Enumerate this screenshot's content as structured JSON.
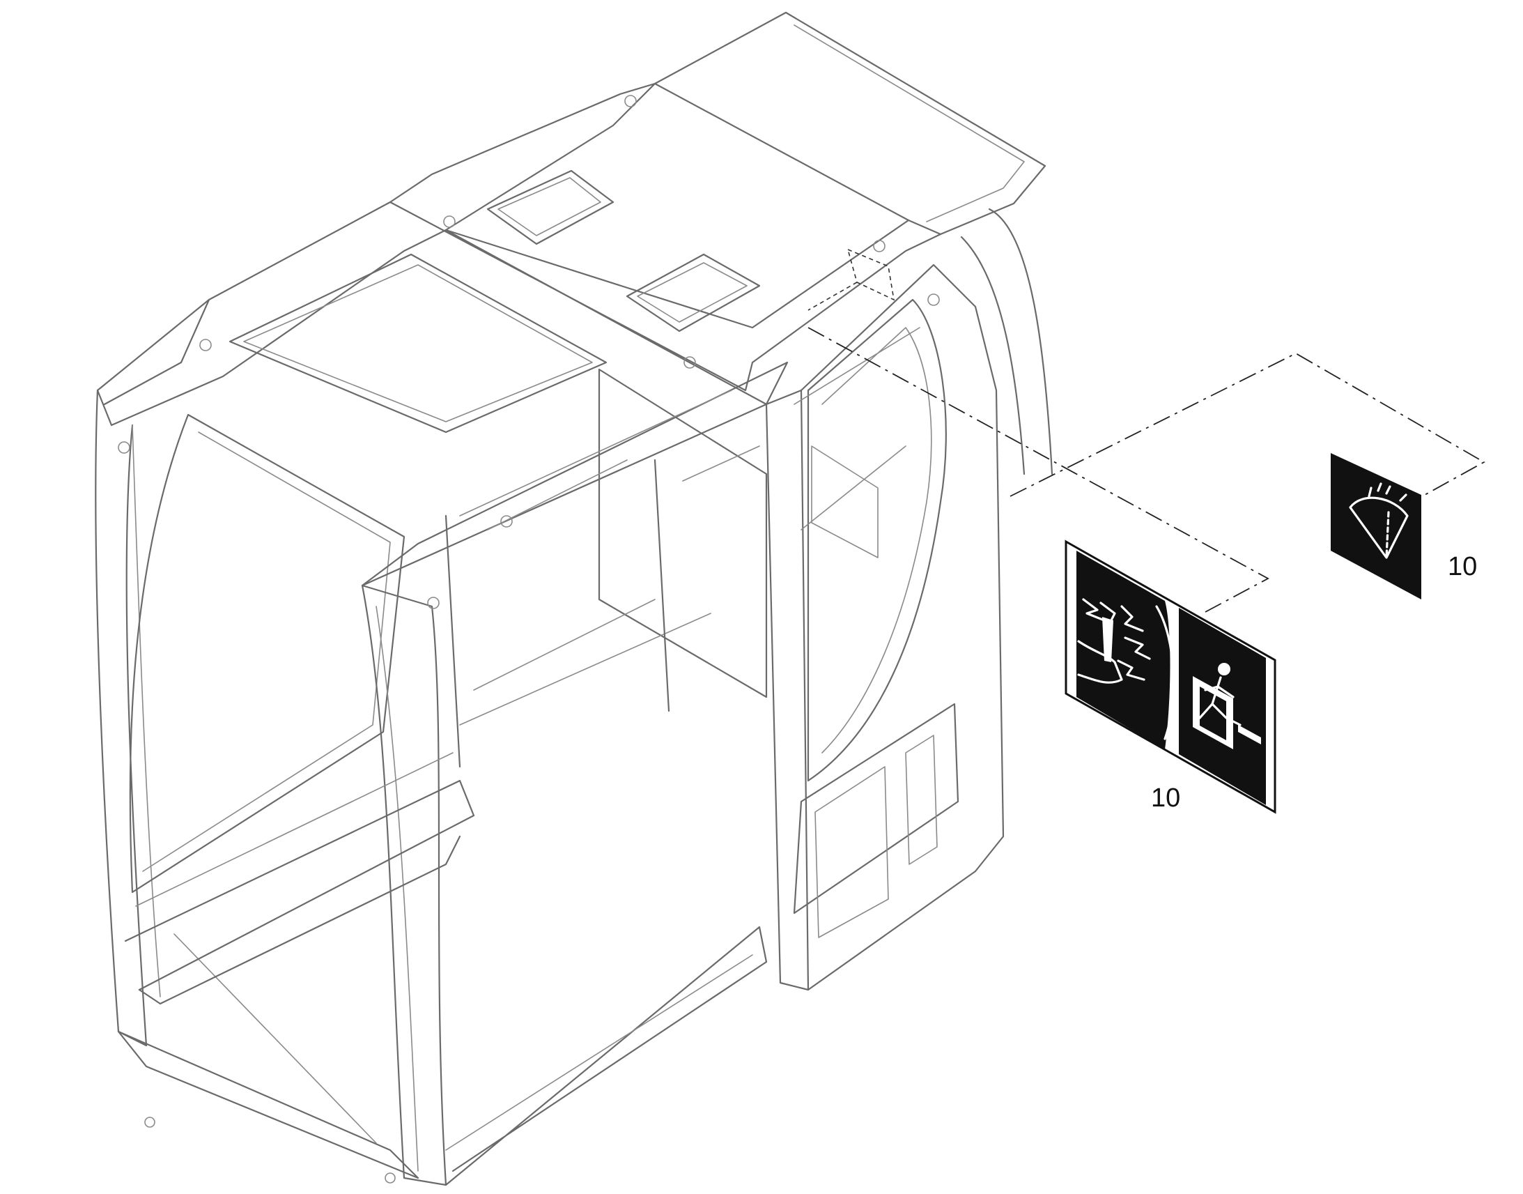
{
  "diagram": {
    "parts": [
      {
        "id": "cab-frame",
        "icon": "operator-cab-frame-icon"
      },
      {
        "id": "washer-decal",
        "icon": "windshield-washer-icon",
        "callout": "10"
      },
      {
        "id": "safety-decal",
        "icon": "break-glass-hammer-icon",
        "callout": "10"
      },
      {
        "id": "exit-decal",
        "icon": "emergency-exit-icon"
      }
    ]
  },
  "colors": {
    "line": "#6a6a6a",
    "decal": "#111111",
    "background": "#ffffff"
  }
}
